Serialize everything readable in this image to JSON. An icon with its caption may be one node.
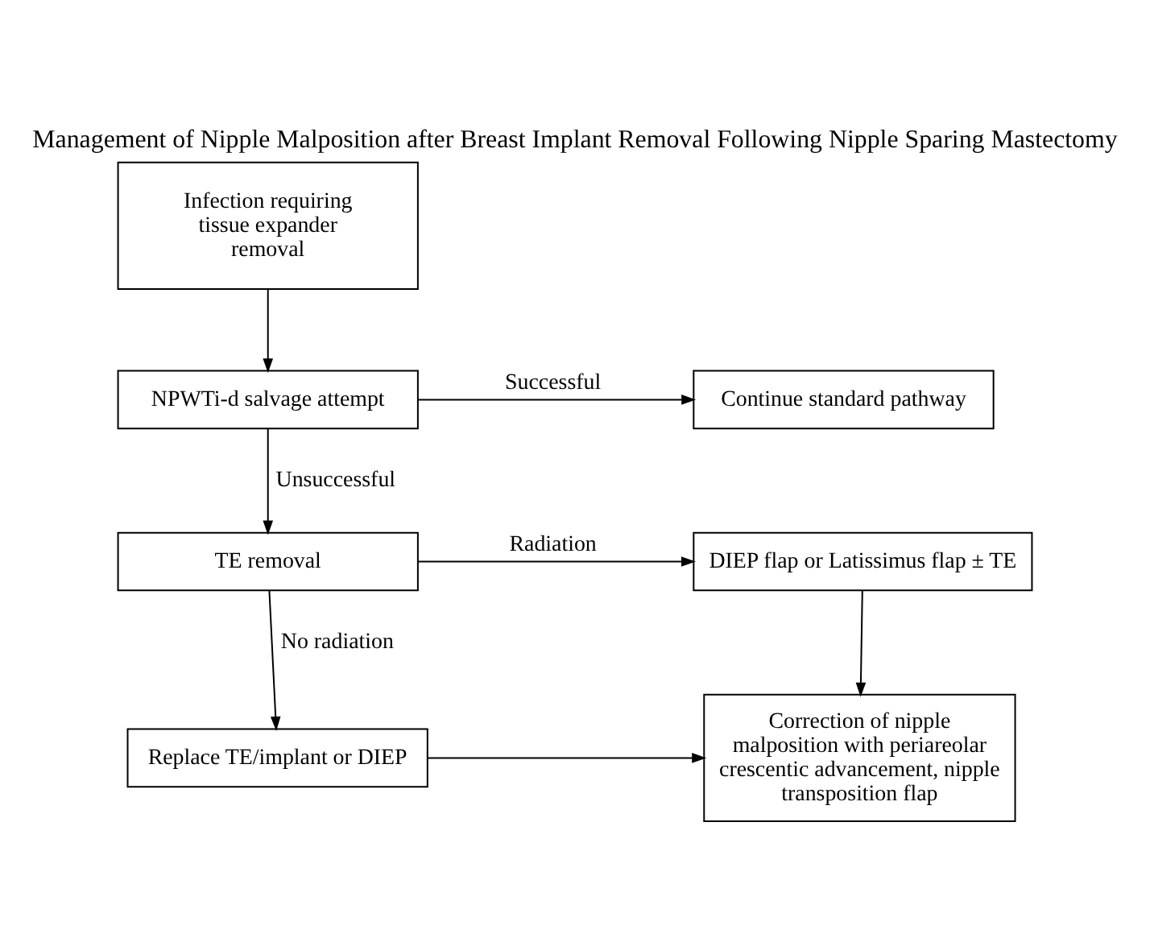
{
  "diagram": {
    "title": "Management of Nipple Malposition after Breast Implant Removal Following Nipple Sparing Mastectomy",
    "nodes": [
      {
        "text": [
          "Infection requiring tissue expander removal"
        ]
      },
      {
        "text": [
          "NPWTi-d salvage attempt"
        ]
      },
      {
        "text": [
          "Continue standard pathway"
        ]
      },
      {
        "text": [
          "TE removal"
        ]
      },
      {
        "text": [
          "DIEP flap or Latissimus flap ± TE"
        ]
      },
      {
        "text": [
          "Replace TE/implant or DIEP"
        ]
      },
      {
        "text": [
          "Correction of nipple malposition with periareolar crescentic advancement, nipple transposition flap"
        ]
      }
    ],
    "edges": [
      {
        "from": 0,
        "to": 1,
        "arrow": "to"
      },
      {
        "from": 1,
        "to": 2,
        "arrow": "to",
        "label": "Successful"
      },
      {
        "from": 1,
        "to": 3,
        "arrow": "to",
        "label": "Unsuccessful"
      },
      {
        "from": 3,
        "to": 4,
        "arrow": "to",
        "label": "Radiation"
      },
      {
        "from": 3,
        "to": 5,
        "arrow": "to",
        "label": "No radiation"
      },
      {
        "from": 4,
        "to": 6,
        "arrow": "to"
      },
      {
        "from": 5,
        "to": 6,
        "arrow": "to"
      }
    ]
  }
}
